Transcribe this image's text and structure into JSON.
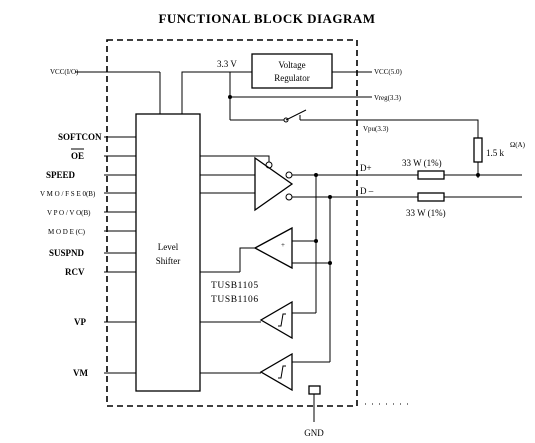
{
  "title": "FUNCTIONAL BLOCK DIAGRAM",
  "left_pins": {
    "vcc_io": "VCC(I/O)",
    "softcon": "SOFTCON",
    "oe": "OE",
    "speed": "SPEED",
    "vmo_fse0": "V M O / F S E 0(B)",
    "vpo_vo": "V P O / V O(B)",
    "mode": "M O D E (C)",
    "suspnd": "SUSPND",
    "rcv": "RCV",
    "vp": "VP",
    "vm": "VM"
  },
  "blocks": {
    "voltage_regulator": [
      "Voltage",
      "Regulator"
    ],
    "level_shifter": [
      "Level",
      "Shifter"
    ]
  },
  "part_numbers": [
    "TUSB1105",
    "TUSB1106"
  ],
  "right_labels": {
    "v33": "3.3 V",
    "vcc50": "VCC(5.0)",
    "vreg": "Vreg(3.3)",
    "vpu": "Vpu(3.3)",
    "pullup": "1.5 k",
    "pullup_note": "Ω(A)",
    "dplus": "D+",
    "dminus": "D –",
    "r_top": "33 W (1%)",
    "r_bottom": "33 W (1%)"
  },
  "gnd": "GND"
}
